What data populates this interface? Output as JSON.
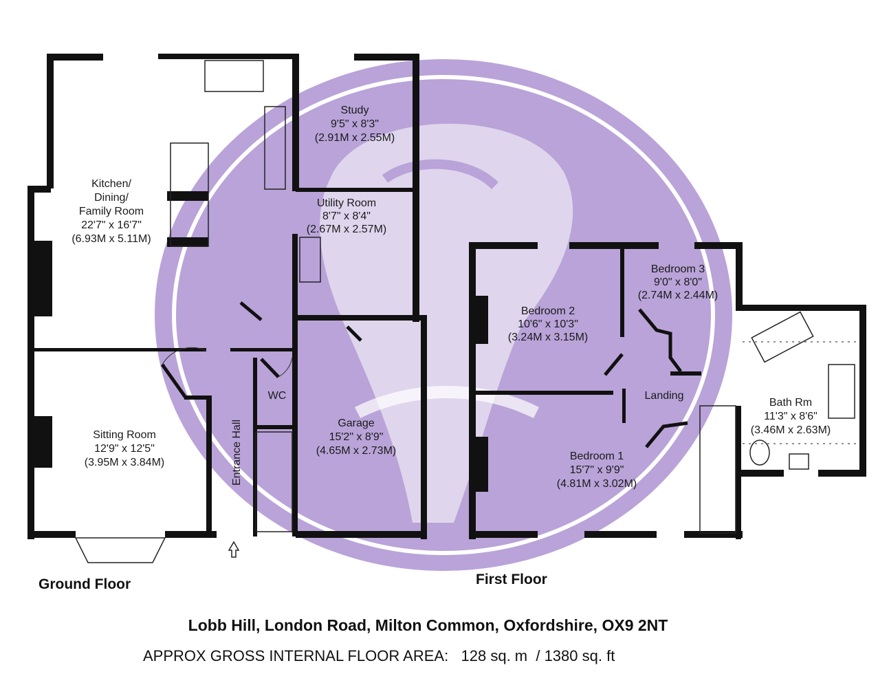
{
  "colors": {
    "watermark": "#b9a3d8",
    "wall": "#111111"
  },
  "ground_floor": {
    "label": "Ground Floor",
    "rooms": {
      "kitchen": {
        "name1": "Kitchen/",
        "name2": "Dining/",
        "name3": "Family Room",
        "imperial": "22'7\" x 16'7\"",
        "metric": "(6.93M x 5.11M)"
      },
      "study": {
        "name": "Study",
        "imperial": "9'5\" x 8'3\"",
        "metric": "(2.91M x 2.55M)"
      },
      "utility": {
        "name": "Utility Room",
        "imperial": "8'7\" x 8'4\"",
        "metric": "(2.67M x 2.57M)"
      },
      "sitting": {
        "name": "Sitting Room",
        "imperial": "12'9\" x 12'5\"",
        "metric": "(3.95M x 3.84M)"
      },
      "entrance": {
        "name": "Entrance Hall"
      },
      "wc": {
        "name": "WC"
      },
      "garage": {
        "name": "Garage",
        "imperial": "15'2\" x 8'9\"",
        "metric": "(4.65M x 2.73M)"
      }
    }
  },
  "first_floor": {
    "label": "First Floor",
    "rooms": {
      "bedroom2": {
        "name": "Bedroom 2",
        "imperial": "10'6\" x 10'3\"",
        "metric": "(3.24M x 3.15M)"
      },
      "bedroom3": {
        "name": "Bedroom 3",
        "imperial": "9'0\" x 8'0\"",
        "metric": "(2.74M x 2.44M)"
      },
      "landing": {
        "name": "Landing"
      },
      "bathroom": {
        "name": "Bath Rm",
        "imperial": "11'3\" x 8'6\"",
        "metric": "(3.46M x 2.63M)"
      },
      "bedroom1": {
        "name": "Bedroom 1",
        "imperial": "15'7\" x 9'9\"",
        "metric": "(4.81M x 3.02M)"
      }
    }
  },
  "address": "Lobb Hill, London Road, Milton Common, Oxfordshire, OX9 2NT",
  "area": "APPROX GROSS INTERNAL FLOOR AREA:   128 sq. m  / 1380 sq. ft"
}
